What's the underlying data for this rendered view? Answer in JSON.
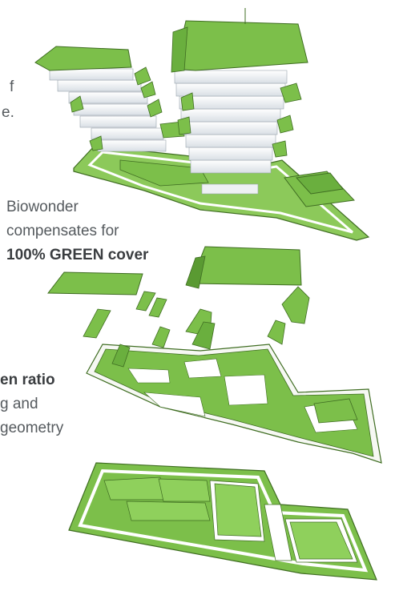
{
  "captions": {
    "top_fragment_1": "f",
    "top_fragment_2": "e.",
    "middle_line_1": "Biowonder",
    "middle_line_2": "compensates for",
    "middle_line_3": "100% GREEN cover",
    "lower_line_1": "en ratio",
    "lower_line_2": "g and",
    "lower_line_3": "geometry"
  },
  "colors": {
    "green": "#7cbf4a",
    "green_dark": "#5a9a32",
    "floor_white": "#f4f6f8",
    "floor_shade": "#cfd6dd",
    "outline": "#3f6d22",
    "text": "#555a5e"
  }
}
